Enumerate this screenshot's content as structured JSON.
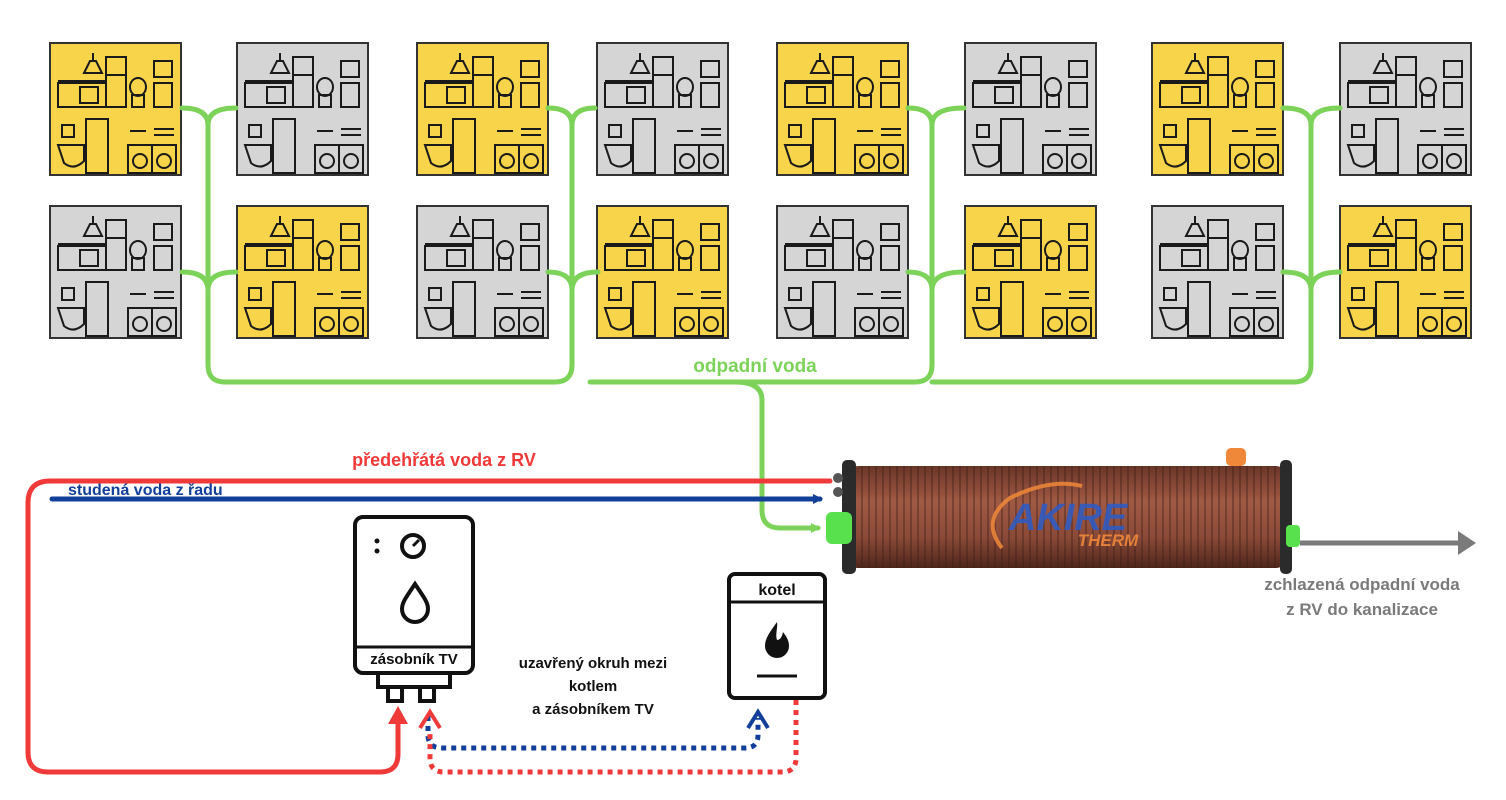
{
  "labels": {
    "waste_water": "odpadní voda",
    "preheated_water": "předehřátá voda z RV",
    "cold_water": "studená voda z řadu",
    "tank": "zásobník TV",
    "boiler": "kotel",
    "closed_loop_1": "uzavřený okruh mezi",
    "closed_loop_2": "kotlem",
    "closed_loop_3": "a zásobníkem TV",
    "cooled_1": "zchlazená odpadní voda",
    "cooled_2": "z RV do kanalizace",
    "logo_main": "AKIRE",
    "logo_sub": "THERM"
  },
  "apartments": {
    "top_row": [
      "yellow",
      "gray",
      "yellow",
      "gray",
      "yellow",
      "gray",
      "yellow",
      "gray"
    ],
    "bottom_row": [
      "gray",
      "yellow",
      "gray",
      "yellow",
      "gray",
      "yellow",
      "gray",
      "yellow"
    ]
  },
  "colors": {
    "waste_water": "#7dd35a",
    "preheated": "#f03a3a",
    "cold": "#123f9a",
    "cooled": "#7a7a7a",
    "apartment_yellow": "#f7d44a",
    "apartment_gray": "#d5d5d5",
    "exchanger_body": "#8a4a38"
  }
}
